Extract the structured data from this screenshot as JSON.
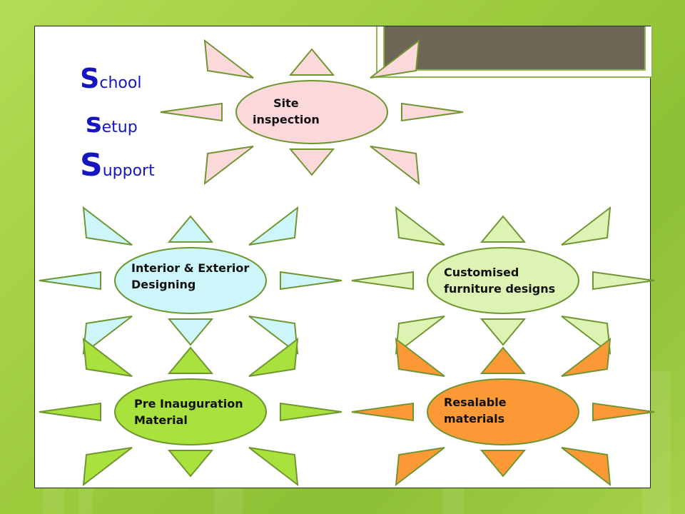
{
  "acrostic": [
    {
      "cap": "S",
      "rest": "chool"
    },
    {
      "cap": "s",
      "rest": "etup"
    },
    {
      "cap": "S",
      "rest": "upport"
    }
  ],
  "suns": [
    {
      "label": "Site\ninspection",
      "fill": "#fbd9da",
      "stroke": "#6f9630"
    },
    {
      "label": "Interior & Exterior\nDesigning",
      "fill": "#cdf6fb",
      "stroke": "#6f9630"
    },
    {
      "label": "Customised\nfurniture designs",
      "fill": "#ddf3b3",
      "stroke": "#6f9630"
    },
    {
      "label": "Pre Inauguration\nMaterial",
      "fill": "#a9e23c",
      "stroke": "#6f9630"
    },
    {
      "label": "Resalable\nmaterials",
      "fill": "#fb9936",
      "stroke": "#6f9630"
    }
  ],
  "colors": {
    "acrostic_text": "#1616c0",
    "title_bar": "#6f6658",
    "border_green": "#8fb84a"
  }
}
